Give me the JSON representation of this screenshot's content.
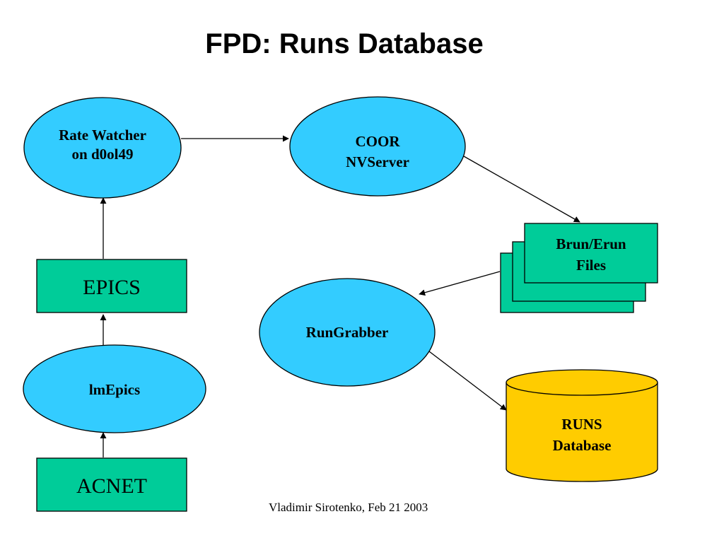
{
  "title": "FPD: Runs Database",
  "footer": "Vladimir Sirotenko,  Feb 21 2003",
  "nodes": {
    "rate_watcher": [
      "Rate Watcher",
      "on d0ol49"
    ],
    "coor_nvserver": [
      "COOR",
      "NVServer"
    ],
    "brun_erun_files": [
      "Brun/Erun",
      "Files"
    ],
    "epics": "EPICS",
    "rungrabber": "RunGrabber",
    "lmepics": "lmEpics",
    "runs_database": [
      "RUNS",
      "Database"
    ],
    "acnet": "ACNET"
  },
  "colors": {
    "ellipse_fill": "#33ccff",
    "box_fill": "#00cc99",
    "database_fill": "#ffcc00",
    "stroke": "#000000"
  }
}
